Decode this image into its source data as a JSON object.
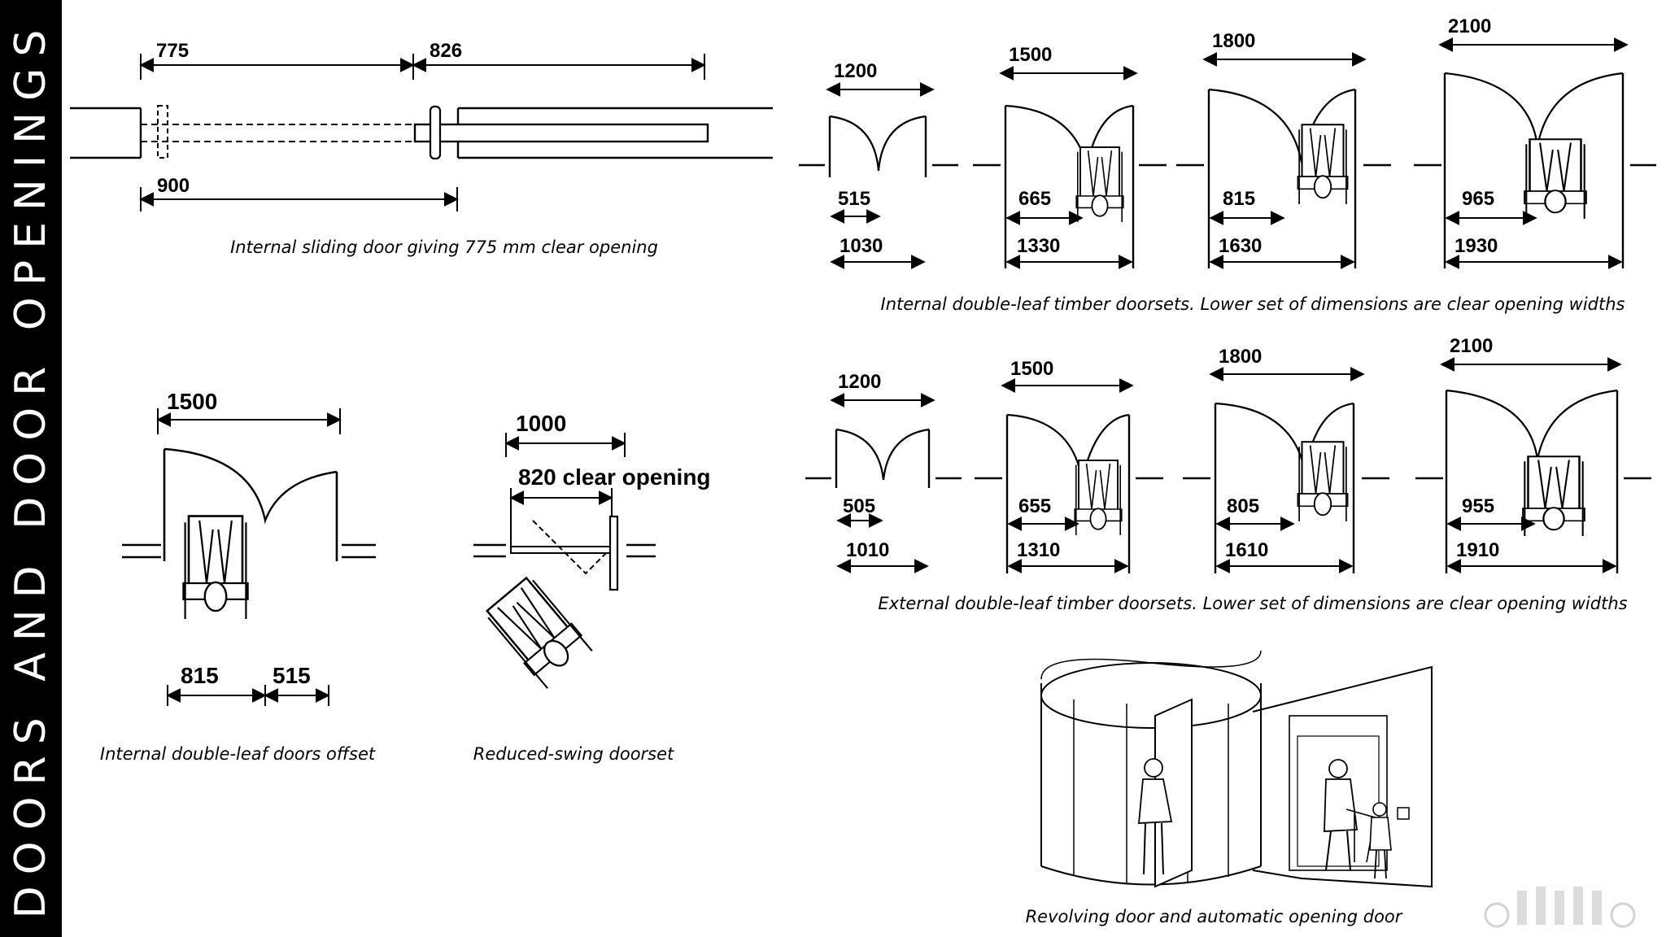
{
  "sidebar": {
    "title": "DOORS AND DOOR OPENINGS"
  },
  "sliding": {
    "dim_a": "775",
    "dim_b": "826",
    "dim_c": "900",
    "caption": "Internal sliding door giving 775 mm clear opening"
  },
  "internal_sets": {
    "caption": "Internal double-leaf timber doorsets. Lower set of dimensions are clear opening widths",
    "doors": [
      {
        "width": "1200",
        "leaf": "515",
        "clear": "1030"
      },
      {
        "width": "1500",
        "leaf": "665",
        "clear": "1330"
      },
      {
        "width": "1800",
        "leaf": "815",
        "clear": "1630"
      },
      {
        "width": "2100",
        "leaf": "965",
        "clear": "1930"
      }
    ]
  },
  "external_sets": {
    "caption": "External double-leaf timber doorsets. Lower set of dimensions are clear opening widths",
    "doors": [
      {
        "width": "1200",
        "leaf": "505",
        "clear": "1010"
      },
      {
        "width": "1500",
        "leaf": "655",
        "clear": "1310"
      },
      {
        "width": "1800",
        "leaf": "805",
        "clear": "1610"
      },
      {
        "width": "2100",
        "leaf": "955",
        "clear": "1910"
      }
    ]
  },
  "offset": {
    "width": "1500",
    "leaf_a": "815",
    "leaf_b": "515",
    "caption": "Internal double-leaf doors offset"
  },
  "reduced": {
    "width": "1000",
    "clear": "820 clear opening",
    "caption": "Reduced-swing doorset"
  },
  "revolving": {
    "caption": "Revolving door and automatic opening door"
  }
}
